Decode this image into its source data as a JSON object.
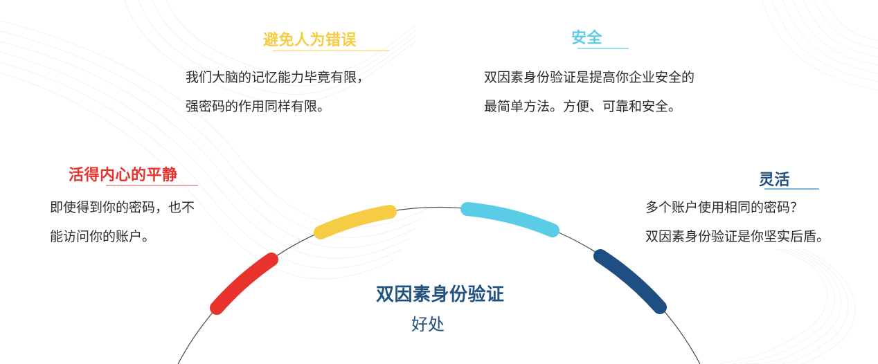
{
  "diagram": {
    "center": {
      "title": "双因素身份验证",
      "subtitle": "好处",
      "color": "#215380"
    },
    "benefits": [
      {
        "id": "peace-of-mind",
        "title": "活得内心的平静",
        "color": "#E8322C",
        "underline_color": "#E9A7AA",
        "lines": [
          "即使得到你的密码，也不",
          "能访问你的账户。"
        ]
      },
      {
        "id": "avoid-human-error",
        "title": "避免人为错误",
        "color": "#F7CC45",
        "underline_color": "#F7E7A8",
        "lines": [
          "我们大脑的记忆能力毕竟有限，",
          "强密码的作用同样有限。"
        ]
      },
      {
        "id": "security",
        "title": "安全",
        "color": "#5BCCE6",
        "underline_color": "#9EDDEF",
        "lines": [
          "双因素身份验证是提高你企业安全的",
          "最简单方法。方便、可靠和安全。"
        ]
      },
      {
        "id": "flexibility",
        "title": "灵活",
        "color": "#1F4F82",
        "underline_color": "#7EB3DA",
        "lines": [
          "多个账户使用相同的密码？",
          "双因素身份验证是你坚实后盾。"
        ]
      }
    ],
    "arc": {
      "stroke_color": "#555555",
      "segment_colors": [
        "#E8322C",
        "#F7CC45",
        "#5BCCE6",
        "#1F4F82"
      ]
    }
  }
}
